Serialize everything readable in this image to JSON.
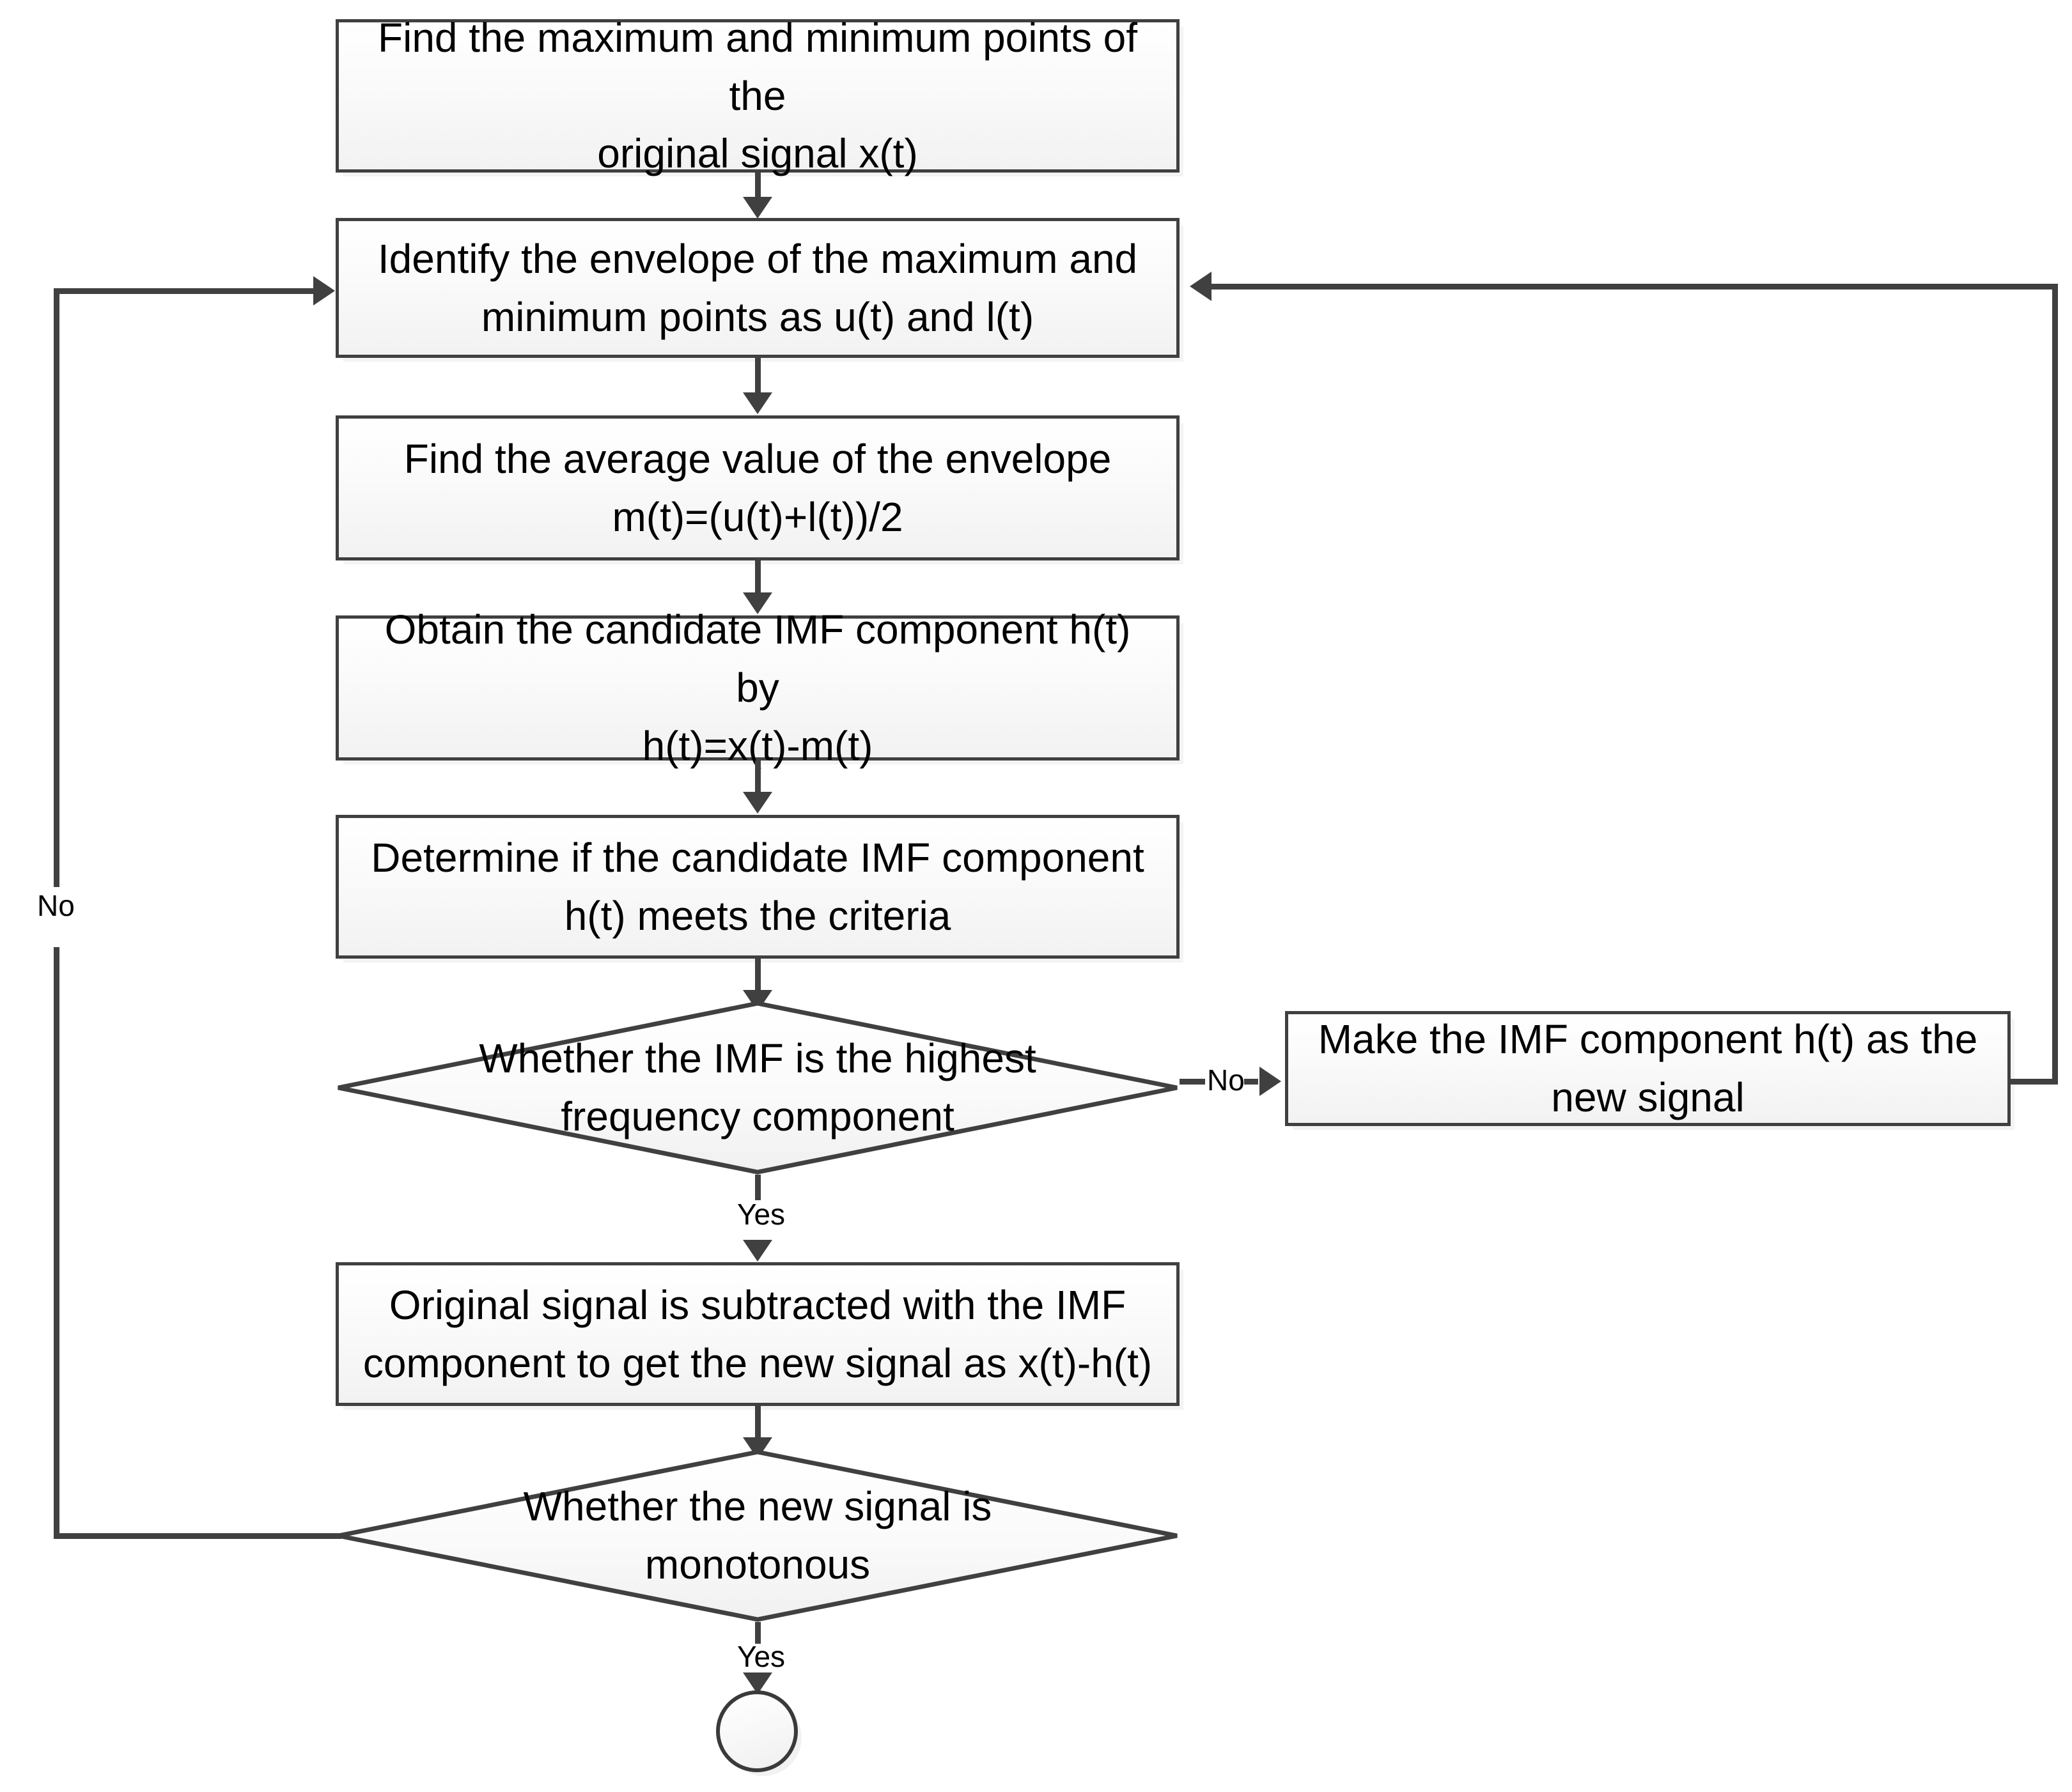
{
  "diagram": {
    "type": "flowchart",
    "title": "Empirical Mode Decomposition (EMD) sifting process flowchart",
    "colors": {
      "stroke": "#404040",
      "fill_top": "#ffffff",
      "fill_bottom": "#f2f2f2",
      "text": "#000000",
      "background": "#ffffff"
    },
    "nodes": [
      {
        "id": "n1",
        "shape": "process",
        "text": "Find the maximum and minimum points of the\noriginal signal x(t)"
      },
      {
        "id": "n2",
        "shape": "process",
        "text": "Identify the envelope of the maximum and\nminimum points as u(t) and l(t)"
      },
      {
        "id": "n3",
        "shape": "process",
        "text": "Find the average value of the envelope\nm(t)=(u(t)+l(t))/2"
      },
      {
        "id": "n4",
        "shape": "process",
        "text": "Obtain the candidate IMF component h(t)  by\nh(t)=x(t)-m(t)"
      },
      {
        "id": "n5",
        "shape": "process",
        "text": "Determine if the candidate IMF component\nh(t) meets the criteria"
      },
      {
        "id": "d1",
        "shape": "decision",
        "text": "Whether the  IMF is the highest\nfrequency component"
      },
      {
        "id": "n6",
        "shape": "process",
        "text": "Make the IMF component h(t) as the\nnew signal"
      },
      {
        "id": "n7",
        "shape": "process",
        "text": "Original signal is subtracted with the IMF\ncomponent to get the new signal as x(t)-h(t)"
      },
      {
        "id": "d2",
        "shape": "decision",
        "text": "Whether the new signal is\nmonotonous"
      },
      {
        "id": "end",
        "shape": "terminal",
        "text": ""
      }
    ],
    "edge_labels": {
      "d1_no": "No",
      "d1_yes": "Yes",
      "d2_no": "No",
      "d2_yes": "Yes"
    }
  }
}
